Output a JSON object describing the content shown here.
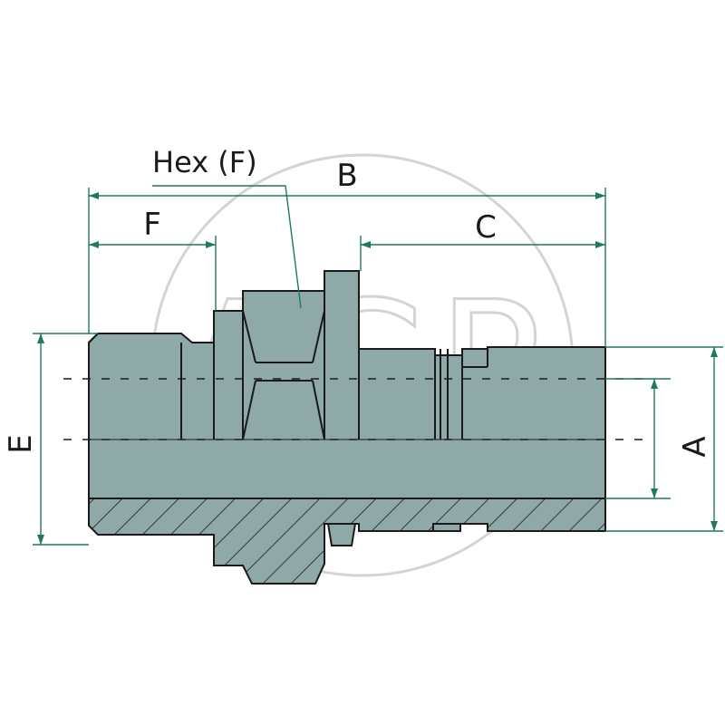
{
  "colors": {
    "body": "#8fa8a8",
    "outline": "#1a1a1a",
    "dimension": "#1d7a5c",
    "watermark": "#d4d4d4"
  },
  "labels": {
    "hex": "Hex (F)",
    "b": "B",
    "f": "F",
    "c": "C",
    "e": "E",
    "a": "A"
  },
  "watermark": {
    "text": "AGP"
  }
}
